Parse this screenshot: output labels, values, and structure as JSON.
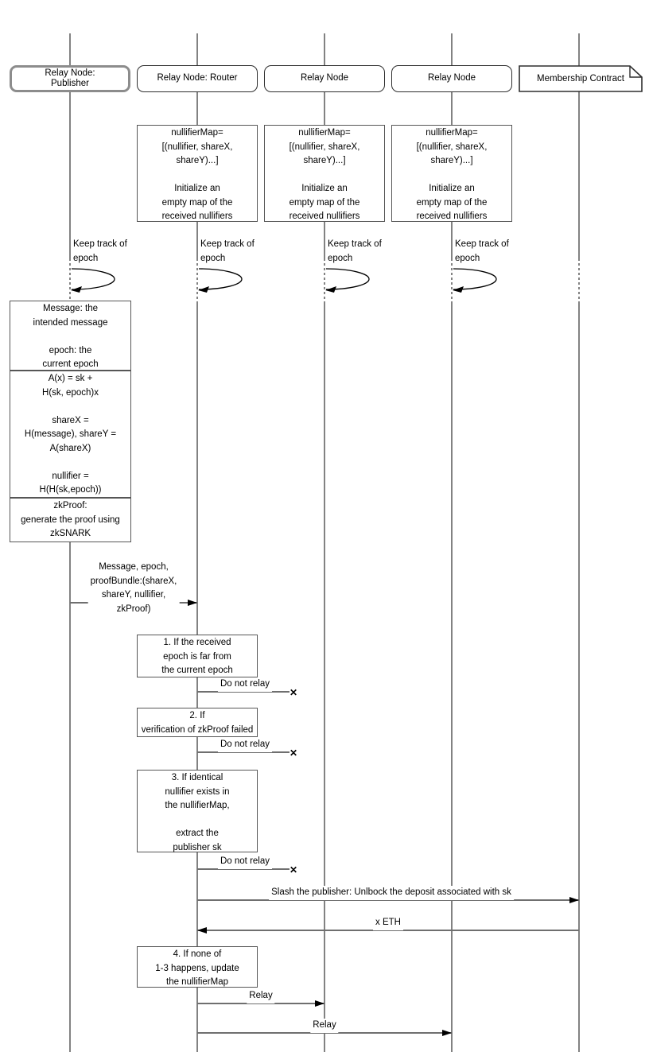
{
  "participants": [
    {
      "label": "Relay Node:\nPublisher"
    },
    {
      "label": "Relay Node: Router"
    },
    {
      "label": "Relay Node"
    },
    {
      "label": "Relay Node"
    },
    {
      "label": "Membership Contract"
    }
  ],
  "self_loop": {
    "label": "Keep track of\nepoch"
  },
  "notes": {
    "nullifier_map": "nullifierMap=\n[(nullifier, shareX,\nshareY)...]\n\nInitialize an\nempty map of the\nreceived nullifiers",
    "message_epoch": "Message: the\nintended message\n\nepoch: the\ncurrent epoch",
    "formulas": "A(x) = sk +\nH(sk, epoch)x\n\nshareX =\nH(message), shareY =\nA(shareX)\n\nnullifier =\nH(H(sk,epoch))",
    "zkproof": "zkProof:\ngenerate the proof using\nzkSNARK",
    "step1": "1. If the received\nepoch is far from\nthe current epoch",
    "step2": "2. If\nverification of zkProof failed",
    "step3": "3. If identical\nnullifier exists in\nthe nullifierMap,\n\nextract the\npublisher sk",
    "step4": "4. If none of\n1-3 happens, update\nthe nullifierMap"
  },
  "messages": {
    "publish": "Message, epoch,\nproofBundle:(shareX,\nshareY, nullifier,\nzkProof)",
    "do_not_relay": "Do not relay",
    "slash": "Slash the publisher: Unlbock the deposit associated with sk",
    "eth": "x ETH",
    "relay": "Relay"
  },
  "icons": {
    "lost_x": "✕"
  },
  "colors": {
    "lifeline": "#828282",
    "message_line": "#6f6f6f",
    "arrowhead": "#000000",
    "note_border": "#565656",
    "participant_border": "#2e2e2e",
    "text": "#000000"
  }
}
